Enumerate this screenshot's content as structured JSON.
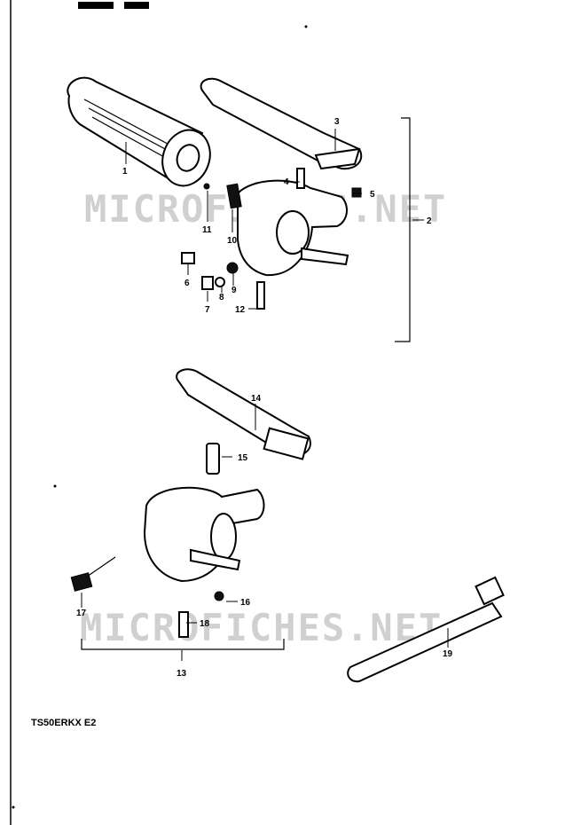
{
  "diagram": {
    "model_label": "TS50ERKX  E2",
    "watermark": "MICROFICHES.NET",
    "callouts": [
      "1",
      "2",
      "3",
      "4",
      "5",
      "6",
      "7",
      "8",
      "9",
      "10",
      "11",
      "12",
      "13",
      "14",
      "15",
      "16",
      "17",
      "18",
      "19"
    ]
  }
}
